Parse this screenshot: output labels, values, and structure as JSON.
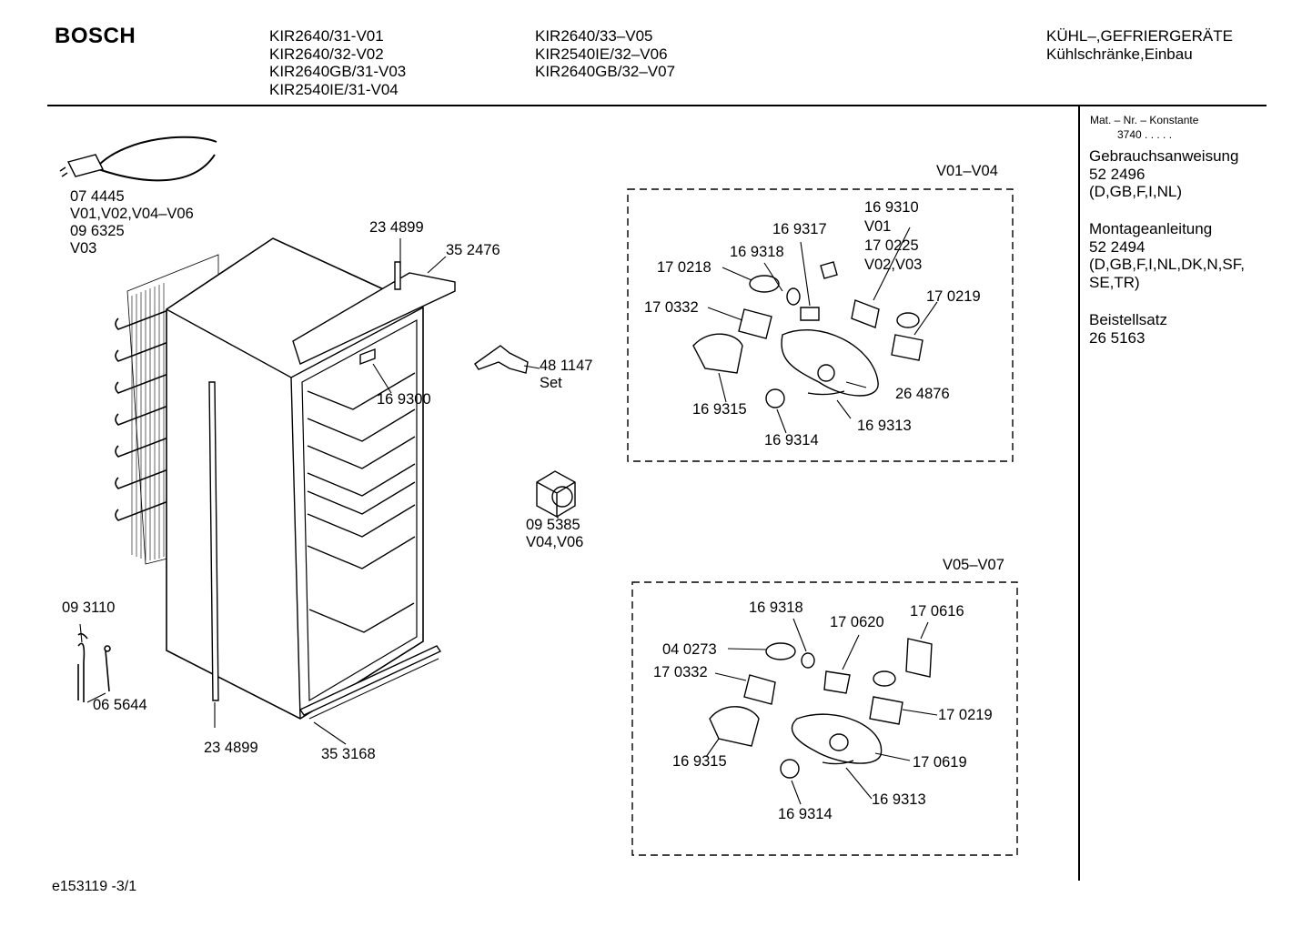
{
  "header": {
    "brand": "BOSCH",
    "models_col1": [
      "KIR2640/31-V01",
      "KIR2640/32-V02",
      "KIR2640GB/31-V03",
      "KIR2540IE/31-V04"
    ],
    "models_col2": [
      "KIR2640/33–V05",
      "KIR2540IE/32–V06",
      "KIR2640GB/32–V07"
    ],
    "category": [
      "KÜHL–,GEFRIERGERÄTE",
      "Kühlschränke,Einbau"
    ]
  },
  "sidebar": {
    "mat_label": "Mat. – Nr. – Konstante",
    "mat_value": "3740 . . . . .",
    "docs": [
      {
        "title": "Gebrauchsanweisung",
        "number": "52 2496",
        "langs": "(D,GB,F,I,NL)"
      },
      {
        "title": "Montageanleitung",
        "number": "52 2494",
        "langs": "(D,GB,F,I,NL,DK,N,SF, SE,TR)"
      },
      {
        "title": "Beistellsatz",
        "number": "26 5163",
        "langs": ""
      }
    ]
  },
  "main": {
    "cord": {
      "part": "07 4445",
      "variants1": "V01,V02,V04–V06",
      "part2": "09 6325",
      "variants2": "V03"
    },
    "cabinet_parts": {
      "top_rail": "23 4899",
      "top_bracket": "35 2476",
      "thermostat_holder": "16 9300",
      "side_rail": "23 4899",
      "bottom_rail": "35 3168",
      "sensor": "09 3110",
      "sensor_tube": "06 5644",
      "hinge_part": "48 1147",
      "hinge_set": "Set",
      "fan_part": "09 5385",
      "fan_variants": "V04,V06"
    },
    "group1": {
      "title": "V01–V04",
      "parts": {
        "p1": "16 9310",
        "p1v": "V01",
        "p2": "17 0225",
        "p2v": "V02,V03",
        "p3": "16 9317",
        "p4": "16 9318",
        "p5": "17 0218",
        "p6": "17 0332",
        "p7": "17 0219",
        "p8": "26 4876",
        "p9": "16 9315",
        "p10": "16 9313",
        "p11": "16 9314"
      }
    },
    "group2": {
      "title": "V05–V07",
      "parts": {
        "p1": "16 9318",
        "p2": "17 0620",
        "p3": "17 0616",
        "p4": "04 0273",
        "p5": "17 0332",
        "p6": "17 0219",
        "p7": "17 0619",
        "p8": "16 9315",
        "p9": "16 9313",
        "p10": "16 9314"
      }
    }
  },
  "footer": {
    "code": "e153119 -3/1"
  }
}
